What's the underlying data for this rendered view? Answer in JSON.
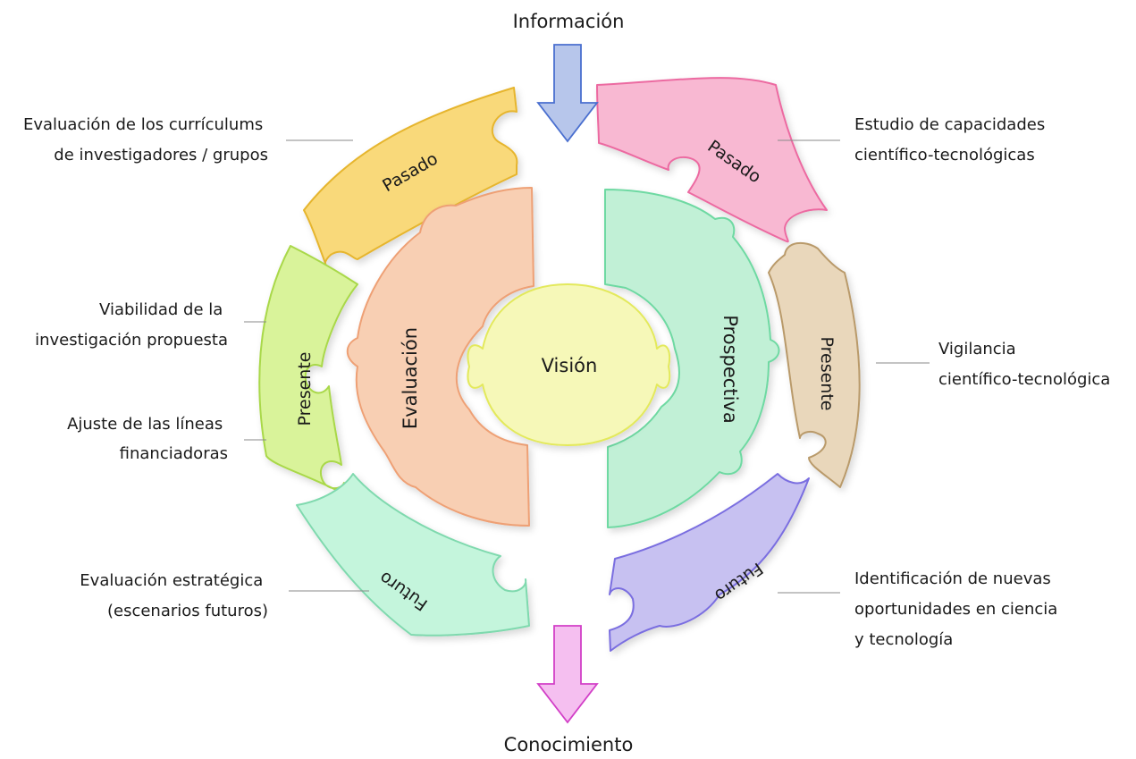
{
  "flow": {
    "input": "Información",
    "output": "Conocimiento"
  },
  "center": {
    "label": "Visión"
  },
  "inner_ring": {
    "left": "Evaluación",
    "right": "Prospectiva"
  },
  "outer_ring": {
    "left_top": "Pasado",
    "left_mid": "Presente",
    "left_bottom": "Futuro",
    "right_top": "Pasado",
    "right_mid": "Presente",
    "right_bottom": "Futuro"
  },
  "annotations": {
    "left_top": [
      "Evaluación de los currículums",
      "de investigadores / grupos"
    ],
    "left_mid_1": [
      "Viabilidad de la",
      "investigación propuesta"
    ],
    "left_mid_2": [
      "Ajuste de las líneas",
      "financiadoras"
    ],
    "left_bottom": [
      "Evaluación estratégica",
      "(escenarios futuros)"
    ],
    "right_top": [
      "Estudio de capacidades",
      "científico-tecnológicas"
    ],
    "right_mid": [
      "Vigilancia",
      "científico-tecnológica"
    ],
    "right_bottom": [
      "Identificación de nuevas",
      "oportunidades en ciencia",
      "y tecnología"
    ]
  },
  "colors": {
    "pasado_left": "#f9d97a",
    "presente_left": "#d9f39a",
    "futuro_left": "#c4f5dc",
    "pasado_right": "#f8b8d2",
    "presente_right": "#e9d7bb",
    "futuro_right": "#c7c1f1",
    "evaluacion": "#f8cfb3",
    "prospectiva": "#c1f0d6",
    "vision": "#f6f8b8",
    "arrow_in": "#b7c6eb",
    "arrow_out": "#f5bff0"
  }
}
